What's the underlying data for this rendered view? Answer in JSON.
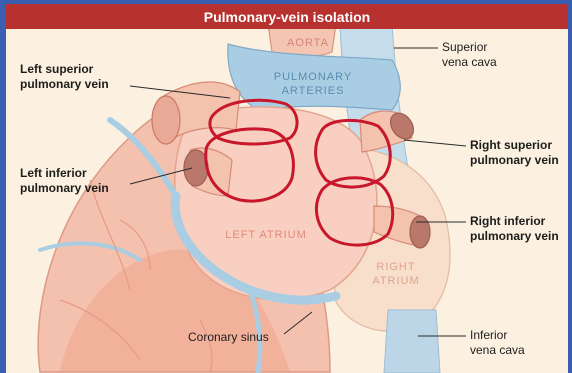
{
  "title": "Pulmonary-vein isolation",
  "colors": {
    "background": "#fcf1e0",
    "title_bar": "#b7312e",
    "frame": "#3a5fb0",
    "ablation_line": "#c8172b",
    "vessel_blue": "#a9cde3",
    "atrium_pink": "#f6c8b6",
    "heart_red": "#e8a08c"
  },
  "structure_labels": {
    "aorta": "AORTA",
    "pulmonary_arteries": [
      "PULMONARY",
      "ARTERIES"
    ],
    "left_atrium": "LEFT ATRIUM",
    "right_atrium": [
      "RIGHT",
      "ATRIUM"
    ]
  },
  "callouts": {
    "superior_vena_cava": [
      "Superior",
      "vena cava"
    ],
    "left_superior_pv": [
      "Left superior",
      "pulmonary vein"
    ],
    "left_inferior_pv": [
      "Left inferior",
      "pulmonary vein"
    ],
    "right_superior_pv": [
      "Right superior",
      "pulmonary vein"
    ],
    "right_inferior_pv": [
      "Right inferior",
      "pulmonary vein"
    ],
    "coronary_sinus": "Coronary sinus",
    "inferior_vena_cava": [
      "Inferior",
      "vena cava"
    ]
  }
}
